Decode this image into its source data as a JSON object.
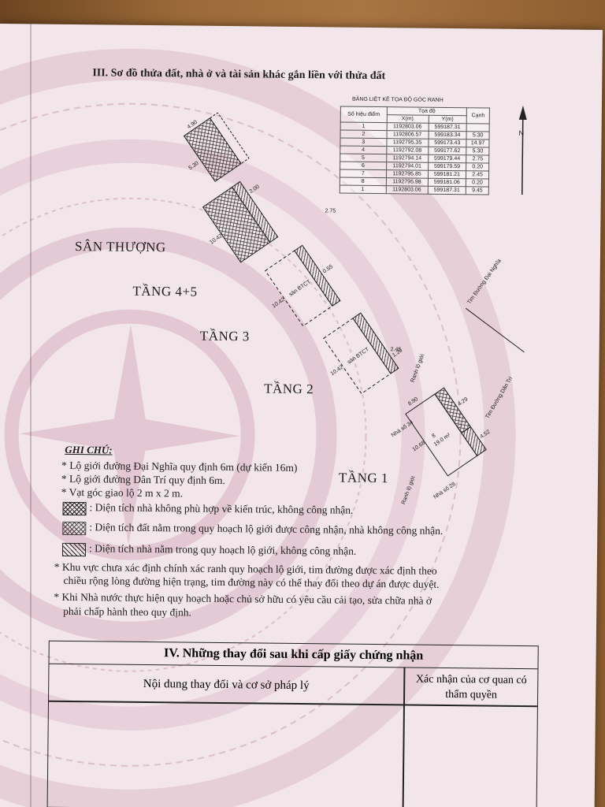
{
  "section3": {
    "title": "III. Sơ đồ thửa đất, nhà ở và tài sản khác gắn liền với thửa đất"
  },
  "coord_table": {
    "caption": "BẢNG LIỆT KÊ TỌA ĐỘ GÓC RANH",
    "headers": {
      "point": "Số hiệu điểm",
      "coord": "Tọa độ",
      "x": "X(m)",
      "y": "Y(m)",
      "edge": "Cạnh"
    },
    "rows": [
      {
        "p": "1",
        "x": "1192803.06",
        "y": "599187.31",
        "e": ""
      },
      {
        "p": "2",
        "x": "1192806.57",
        "y": "599183.34",
        "e": "5.30"
      },
      {
        "p": "3",
        "x": "1192795.35",
        "y": "599173.43",
        "e": "14.97"
      },
      {
        "p": "4",
        "x": "1192792.08",
        "y": "599177.62",
        "e": "5.30"
      },
      {
        "p": "5",
        "x": "1192794.14",
        "y": "599179.44",
        "e": "2.75"
      },
      {
        "p": "6",
        "x": "1192794.01",
        "y": "599179.59",
        "e": "0.20"
      },
      {
        "p": "7",
        "x": "1192795.85",
        "y": "599181.21",
        "e": "2.45"
      },
      {
        "p": "8",
        "x": "1192795.98",
        "y": "599181.06",
        "e": "0.20"
      },
      {
        "p": "1",
        "x": "1192803.06",
        "y": "599187.31",
        "e": "9.45"
      }
    ]
  },
  "floors": {
    "rooftop": "SÂN THƯỢNG",
    "floor45": "TẦNG 4+5",
    "floor3": "TẦNG 3",
    "floor2": "TẦNG 2",
    "floor1": "TẦNG 1"
  },
  "plan_labels": {
    "road_dai_nghia": "Tim Đường Đại Nghĩa",
    "road_dan_tri": "Tim Đường Dân Trí",
    "boundary1": "Ranh lộ giới",
    "boundary2": "Ranh lộ giới",
    "house34": "Nhà số 34",
    "house28": "Nhà số 28",
    "area": "19.0 m²",
    "parcel": "8",
    "btct": "sàn BTCT",
    "dim_530": "5.30",
    "dim_1042": "10.42",
    "dim_1068": "10.68",
    "dim_890": "8.90",
    "dim_429": "4.29",
    "dim_452": "4.52",
    "dim_490": "4.90",
    "dim_200": "2.00",
    "dim_055": "0.55",
    "dim_120": "1.20",
    "dim_275": "2.75",
    "dim_245": "2.45",
    "north": "N"
  },
  "notes": {
    "title": "GHI CHÚ:",
    "line1": "* Lộ giới đường Đại Nghĩa quy định 6m (dự kiến 16m)",
    "line2": "* Lộ giới đường Dân Trí quy định 6m.",
    "line3": "* Vạt góc giao lộ 2 m x 2 m.",
    "legend1": ": Diện tích nhà không phù hợp về kiến trúc, không công nhận.",
    "legend2": ": Diện tích đất nằm trong quy hoạch lộ giới được công nhận, nhà không công nhận.",
    "legend3": ": Diện tích nhà nằm trong quy hoạch lộ giới, không công nhận.",
    "line4a": "* Khu vực chưa xác định chính xác ranh quy hoạch lộ giới, tim đường được xác định theo",
    "line4b": "chiều rộng lòng đường hiện trạng, tim đường này có thể thay đổi theo dự án được duyệt.",
    "line5a": "* Khi Nhà nước thực hiện quy hoạch hoặc chủ sở hữu có yêu cầu cải tạo, sửa chữa nhà ở",
    "line5b": "phải chấp hành theo quy định."
  },
  "section4": {
    "title": "IV. Những thay đổi sau khi cấp giấy chứng nhận",
    "col1": "Nội dung thay đổi và cơ sở pháp lý",
    "col2": "Xác nhận của cơ quan có thẩm quyền"
  }
}
